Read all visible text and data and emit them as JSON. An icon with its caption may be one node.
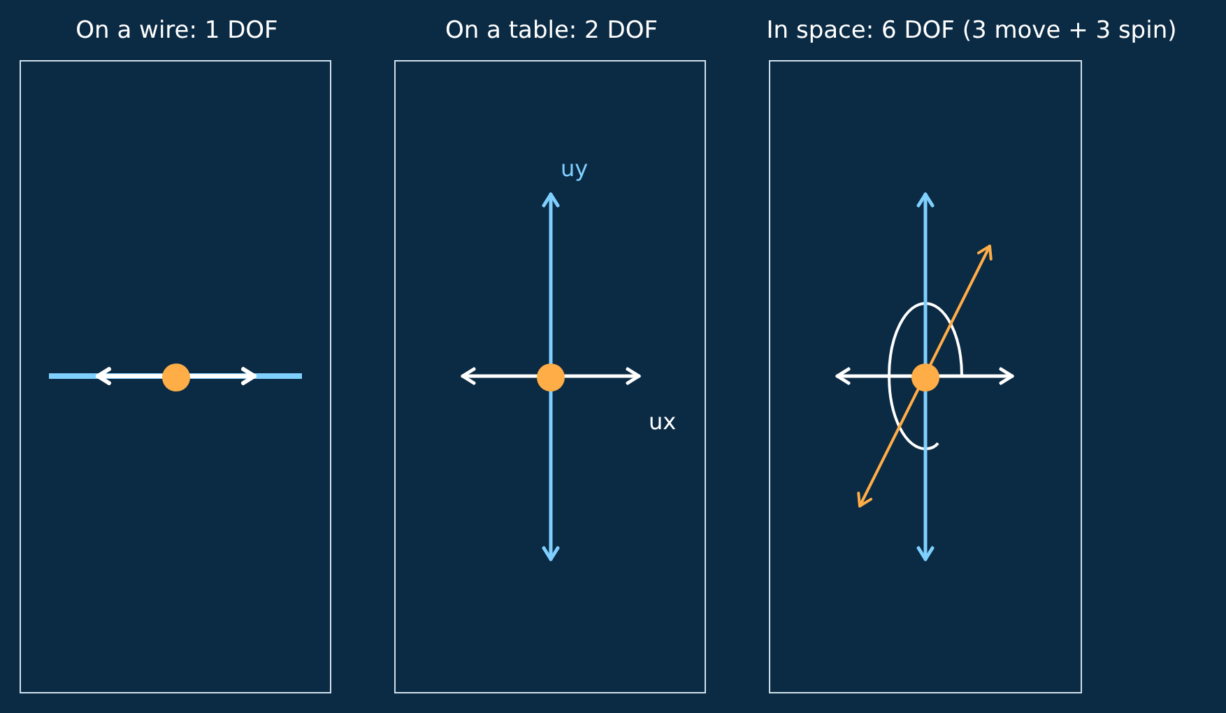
{
  "diagram": {
    "nodes": [
      {
        "text": [
          "On a wire: 1 DOF"
        ]
      },
      {
        "text": [
          "On a table: 2 DOF"
        ]
      },
      {
        "text": [
          "In space: 6 DOF (3 move + 3 spin)"
        ]
      }
    ],
    "labels": [
      "uy",
      "ux"
    ]
  }
}
